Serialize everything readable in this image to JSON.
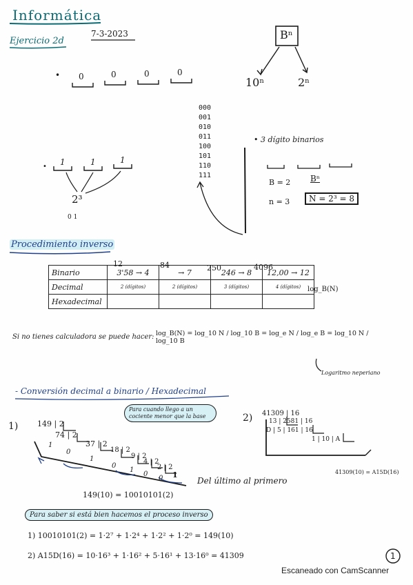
{
  "header": {
    "title": "Informática",
    "subtitle": "Ejercicio 2d",
    "date": "7-3-2023"
  },
  "top_left": {
    "slots": [
      "0",
      "0",
      "0",
      "0"
    ],
    "bits_row": [
      "1",
      "1",
      "1"
    ],
    "power": "2³",
    "digits": "0 1"
  },
  "tree": {
    "root": "Bⁿ",
    "left": "10ⁿ",
    "right": "2ⁿ"
  },
  "bit_column": [
    "000",
    "001",
    "010",
    "011",
    "100",
    "101",
    "110",
    "111"
  ],
  "binary_note": {
    "label": "3 dígito binarios",
    "b_eq": "B = 2",
    "n_eq": "n = 3",
    "bn": "Bⁿ",
    "result": "N = 2³ = 8"
  },
  "section_inverse": {
    "title": "Procedimiento inverso"
  },
  "table": {
    "headers": [
      "12",
      "84",
      "250",
      "4096"
    ],
    "rows": [
      {
        "label": "Binario",
        "cells": [
          "3'58 → 4",
          "→ 7",
          "246 → 8",
          "12,00 → 12"
        ]
      },
      {
        "label": "Decimal",
        "cells": [
          "2 (dígitos)",
          "2 (dígitos)",
          "3 (dígitos)",
          "4 (dígitos)"
        ]
      },
      {
        "label": "Hexadecimal",
        "cells": [
          "",
          "",
          "",
          ""
        ]
      }
    ],
    "side_note": "log_B(N)"
  },
  "calculator_note": {
    "text": "Si no tienes calculadora se puede hacer:",
    "formula": "log_B(N) = log_10 N / log_10 B = log_e N / log_e B = log_10 N / log_10 B",
    "footnote": "Logaritmo neperiano"
  },
  "section_conversion": {
    "title": "Conversión decimal a binario / Hexadecimal"
  },
  "bubble_note": "Para cuando llego a un cociente menor que la base",
  "example1": {
    "number": "1)",
    "divisions": [
      "149 | 2",
      "74 | 2",
      "37 | 2",
      "18 | 2",
      "9 | 2",
      "4 | 2",
      "2 | 2",
      "1"
    ],
    "remainders": [
      "1",
      "0",
      "1",
      "0",
      "1",
      "0",
      "0"
    ],
    "caption": "Del último al primero",
    "result": "149(10) = 10010101(2)"
  },
  "example2": {
    "number": "2)",
    "divisions": [
      "41309 | 16",
      "13 | 2581 | 16",
      "D | 5 | 161 | 16",
      "1 | 10 | A"
    ],
    "result": "41309(10) = A15D(16)"
  },
  "verify_note": "Para saber si está bien hacemos el proceso inverso",
  "verify1": "1) 10010101(2) = 1·2⁷ + 1·2⁴ + 1·2² + 1·2⁰ = 149(10)",
  "verify2": "2) A15D(16) = 10·16³ + 1·16² + 5·16¹ + 13·16⁰ = 41309",
  "page_number": "1",
  "footer": "Escaneado con CamScanner"
}
